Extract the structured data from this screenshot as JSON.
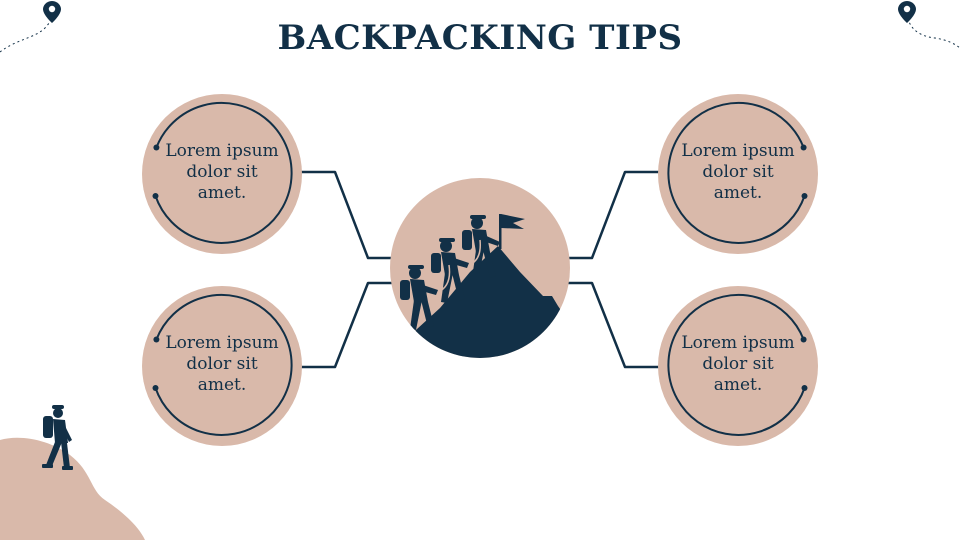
{
  "title": "BACKPACKING TIPS",
  "colors": {
    "navy": "#123047",
    "sand": "#d9b9aa",
    "background": "#ffffff"
  },
  "tips": [
    {
      "text": "Lorem ipsum dolor sit amet."
    },
    {
      "text": "Lorem ipsum dolor sit amet."
    },
    {
      "text": "Lorem ipsum dolor sit amet."
    },
    {
      "text": "Lorem ipsum dolor sit amet."
    }
  ],
  "icons": {
    "center": "mountain-climbers-icon",
    "pins": "location-pin-icon",
    "hiker": "hiker-silhouette-icon"
  }
}
